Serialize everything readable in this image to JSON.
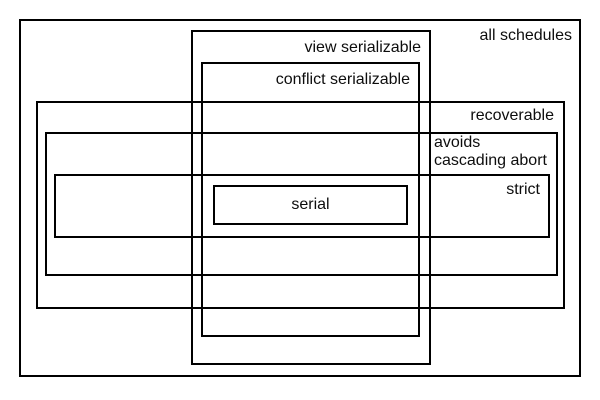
{
  "diagram": {
    "kind": "nested-overlapping-rectangle-diagram",
    "background_color": "#ffffff",
    "line_color": "#000000",
    "sets": {
      "all_schedules": {
        "label": "all schedules"
      },
      "view_serializable": {
        "label": "view serializable"
      },
      "conflict_serializable": {
        "label": "conflict serializable"
      },
      "recoverable": {
        "label": "recoverable"
      },
      "avoids_cascading_abort": {
        "label": "avoids\ncascading abort"
      },
      "strict": {
        "label": "strict"
      },
      "serial": {
        "label": "serial"
      }
    }
  }
}
